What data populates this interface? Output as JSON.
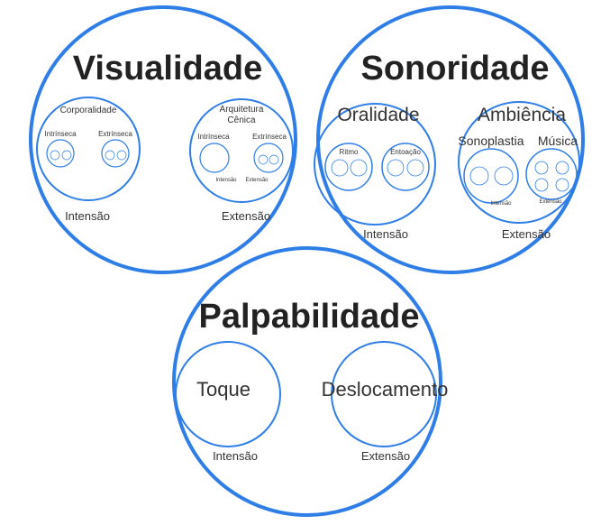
{
  "colors": {
    "stroke": "#2f7ee8",
    "text": "#333333"
  },
  "visualidade": {
    "title": "Visualidade",
    "intensao": "Intensão",
    "extensao": "Extensão",
    "corporalidade": {
      "title": "Corporalidade",
      "intrinseca": "Intrínseca",
      "extrinseca": "Extrínseca"
    },
    "arquitetura": {
      "title_line1": "Arquitetura",
      "title_line2": "Cênica",
      "intrinseca": "Intrínseca",
      "extrinseca": "Extrínseca",
      "intensao": "Intensão",
      "extensao": "Extensão"
    }
  },
  "sonoridade": {
    "title": "Sonoridade",
    "intensao": "Intensão",
    "extensao": "Extensão",
    "oralidade": {
      "title": "Oralidade",
      "ritmo": "Ritmo",
      "entoacao": "Entoação"
    },
    "ambiencia": {
      "title": "Ambiência",
      "sonoplastia": "Sonoplastia",
      "musica": "Música",
      "intensao": "Intensão",
      "extensao": "Extensão"
    }
  },
  "palpabilidade": {
    "title": "Palpabilidade",
    "toque": "Toque",
    "deslocamento": "Deslocamento",
    "intensao": "Intensão",
    "extensao": "Extensão"
  }
}
